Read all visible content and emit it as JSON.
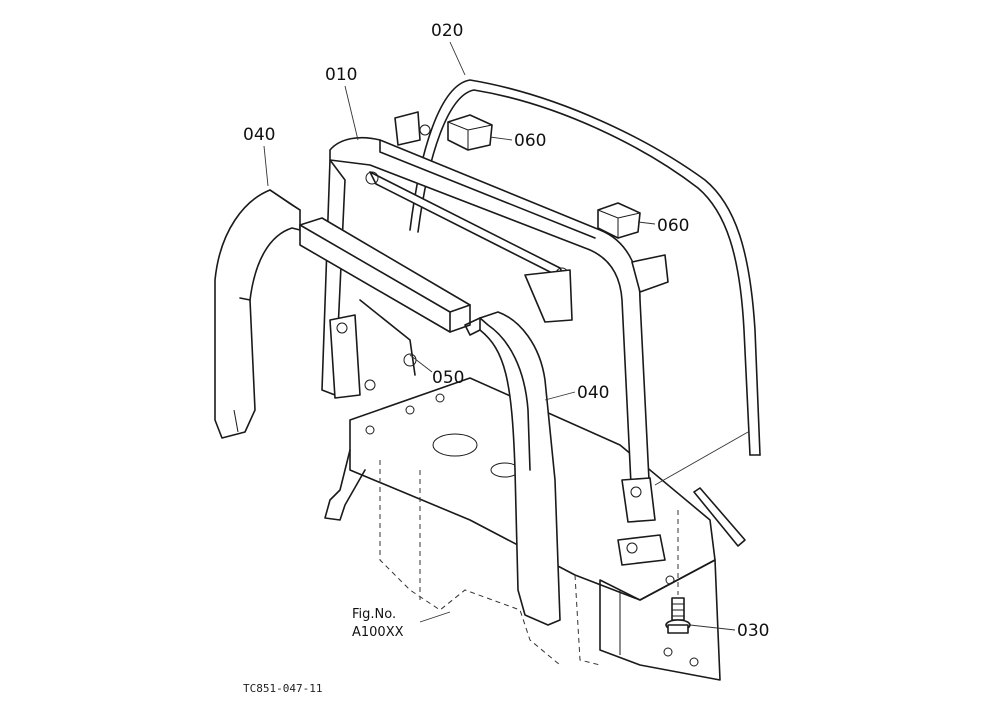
{
  "diagram": {
    "parts": [
      {
        "id": "part-010",
        "label": "010"
      },
      {
        "id": "part-020",
        "label": "020"
      },
      {
        "id": "part-030",
        "label": "030"
      },
      {
        "id": "part-040-left",
        "label": "040"
      },
      {
        "id": "part-040-right",
        "label": "040"
      },
      {
        "id": "part-050",
        "label": "050"
      },
      {
        "id": "part-060-top",
        "label": "060"
      },
      {
        "id": "part-060-right",
        "label": "060"
      }
    ],
    "fig_ref": {
      "line1": "Fig.No.",
      "line2": "A100XX"
    },
    "drawing_code": "TC851-047-11"
  }
}
